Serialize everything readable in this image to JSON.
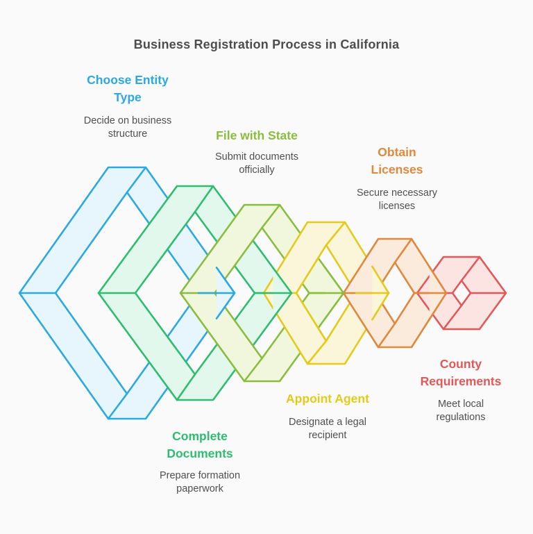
{
  "page": {
    "title": "Business Registration Process in California",
    "title_color": "#4d4d4d",
    "text_color": "#4f4f4f",
    "background": "#fafafa"
  },
  "steps": [
    {
      "id": "choose-entity-type",
      "title": "Choose Entity Type",
      "description": "Decide on business structure",
      "color": "#2BA9E0",
      "fill": "#E7F5FC",
      "label_position": "top"
    },
    {
      "id": "complete-documents",
      "title": "Complete Documents",
      "description": "Prepare formation paperwork",
      "color": "#2EBD70",
      "fill": "#E3F8ED",
      "label_position": "bottom"
    },
    {
      "id": "file-with-state",
      "title": "File with State",
      "description": "Submit documents officially",
      "color": "#8ABD3E",
      "fill": "#F0F7DD",
      "label_position": "top"
    },
    {
      "id": "appoint-agent",
      "title": "Appoint Agent",
      "description": "Designate a legal recipient",
      "color": "#E3CA1B",
      "fill": "#FBF5D9",
      "label_position": "bottom"
    },
    {
      "id": "obtain-licenses",
      "title": "Obtain Licenses",
      "description": "Secure necessary licenses",
      "color": "#E0883C",
      "fill": "#FBEBDD",
      "label_position": "top"
    },
    {
      "id": "county-requirements",
      "title": "County Requirements",
      "description": "Meet local regulations",
      "color": "#E25858",
      "fill": "#FBE4E2",
      "label_position": "bottom"
    }
  ]
}
